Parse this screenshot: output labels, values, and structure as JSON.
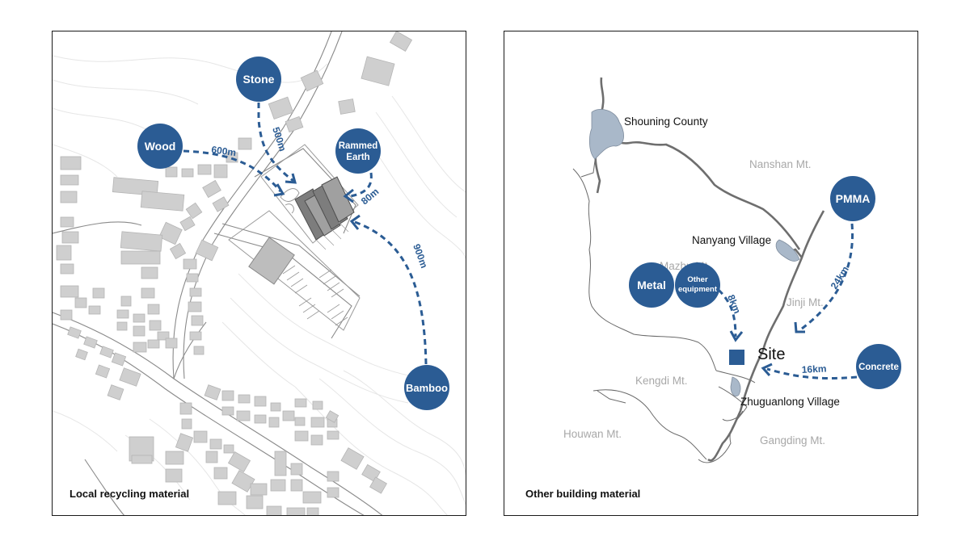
{
  "colors": {
    "accent": "#2b5c94",
    "building": "#cfcfcf",
    "water": "#a9b8c9"
  },
  "left_panel": {
    "caption": "Local recycling material",
    "materials": [
      {
        "label": "Stone",
        "distance": "500m"
      },
      {
        "label": "Wood",
        "distance": "600m"
      },
      {
        "label_line1": "Rammed",
        "label_line2": "Earth",
        "distance": "80m"
      },
      {
        "label": "Bamboo",
        "distance": "900m"
      }
    ]
  },
  "right_panel": {
    "caption": "Other building material",
    "places": [
      "Shouning County",
      "Nanyang Village",
      "Zhuguanlong Village"
    ],
    "mountains": [
      "Nanshan Mt.",
      "Mazhu Mt.",
      "Jinji Mt.",
      "Kengdi Mt.",
      "Houwan Mt.",
      "Gangding Mt."
    ],
    "site_label": "Site",
    "materials": [
      {
        "label": "PMMA",
        "distance": "24km"
      },
      {
        "label": "Metal"
      },
      {
        "label_line1": "Other",
        "label_line2": "equipment",
        "distance": "8km"
      },
      {
        "label": "Concrete",
        "distance": "16km"
      }
    ]
  }
}
